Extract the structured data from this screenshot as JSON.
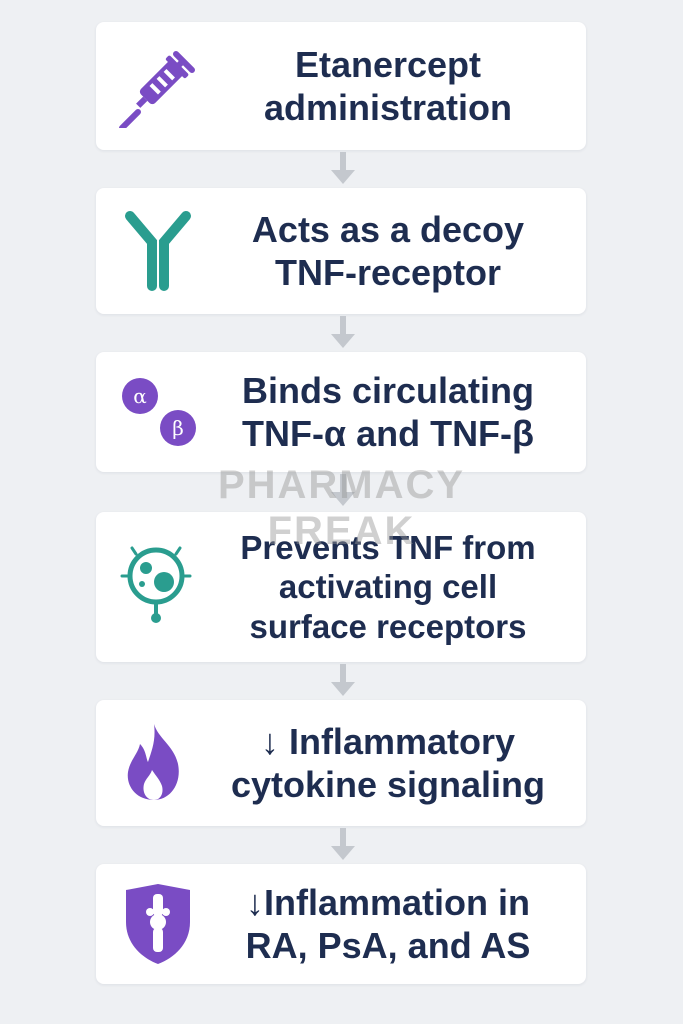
{
  "steps": [
    {
      "text": "Etanercept\nadministration",
      "icon": "syringe-icon",
      "color": "#7a4cc4"
    },
    {
      "text": "Acts as a decoy\nTNF-receptor",
      "icon": "antibody-icon",
      "color": "#2a9d8f"
    },
    {
      "text": "Binds circulating\nTNF-α and TNF-β",
      "icon": "alpha-beta-icon",
      "color": "#7a4cc4",
      "alpha": "α",
      "beta": "β"
    },
    {
      "text": "Prevents TNF from\nactivating cell\nsurface receptors",
      "icon": "cell-receptor-icon",
      "color": "#2a9d8f"
    },
    {
      "text": "↓ Inflammatory\ncytokine signaling",
      "icon": "flame-icon",
      "color": "#7a4cc4"
    },
    {
      "text": "↓Inflammation in\nRA, PsA, and AS",
      "icon": "joint-shield-icon",
      "color": "#7a4cc4"
    }
  ],
  "watermark": "PHARMACY\nFREAK",
  "colors": {
    "background": "#eef0f3",
    "card": "#ffffff",
    "text": "#1e2d50",
    "arrow": "#c4c8ce",
    "purple": "#7a4cc4",
    "teal": "#2a9d8f"
  }
}
